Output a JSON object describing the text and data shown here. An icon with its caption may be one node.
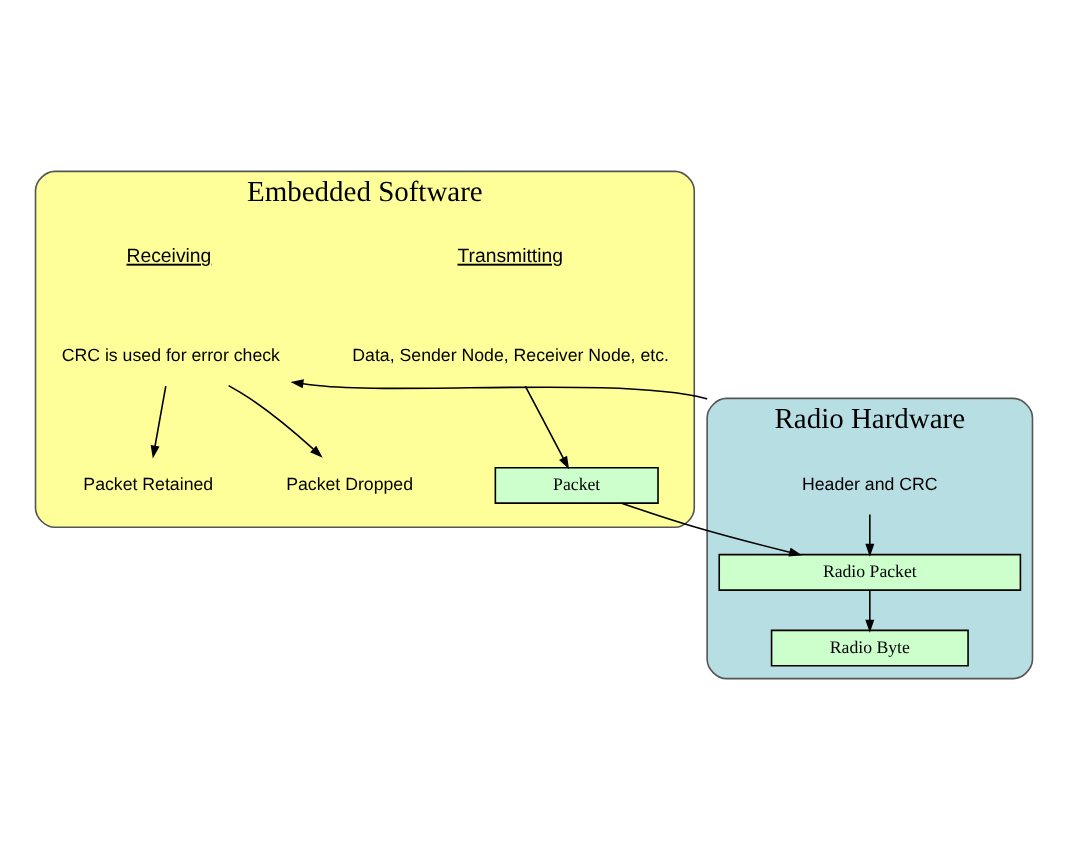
{
  "diagram": {
    "nodes": [
      {
        "text": [
          "Embedded Software"
        ]
      },
      {
        "text": [
          "Data, Sender Node, Receiver Node, etc."
        ],
        "in": 0
      },
      {
        "text": [
          "Packet"
        ],
        "in": 0
      },
      {
        "text": [
          "Packet Retained"
        ],
        "in": 0
      },
      {
        "text": [
          "Packet Dropped"
        ],
        "in": 0
      },
      {
        "text": [
          "CRC is used for error check"
        ],
        "in": 0
      },
      {
        "text": [
          "Radio Hardware"
        ]
      },
      {
        "text": [
          "Header and CRC"
        ],
        "in": 6
      },
      {
        "text": [
          "Radio Packet"
        ],
        "in": 6
      },
      {
        "text": [
          "Radio Byte"
        ],
        "in": 6
      }
    ],
    "edges": [
      {
        "from": 1,
        "to": 2,
        "arrow": "to"
      },
      {
        "from": 2,
        "to": 8,
        "arrow": "to"
      },
      {
        "from": 7,
        "to": 8,
        "arrow": "to"
      },
      {
        "from": 8,
        "to": 9,
        "arrow": "to"
      },
      {
        "from": 6,
        "to": 5,
        "arrow": "to"
      },
      {
        "from": 5,
        "to": 3,
        "arrow": "to"
      },
      {
        "from": 5,
        "to": 4,
        "arrow": "to"
      }
    ],
    "labels": [
      "Transmitting",
      "Receiving"
    ]
  }
}
